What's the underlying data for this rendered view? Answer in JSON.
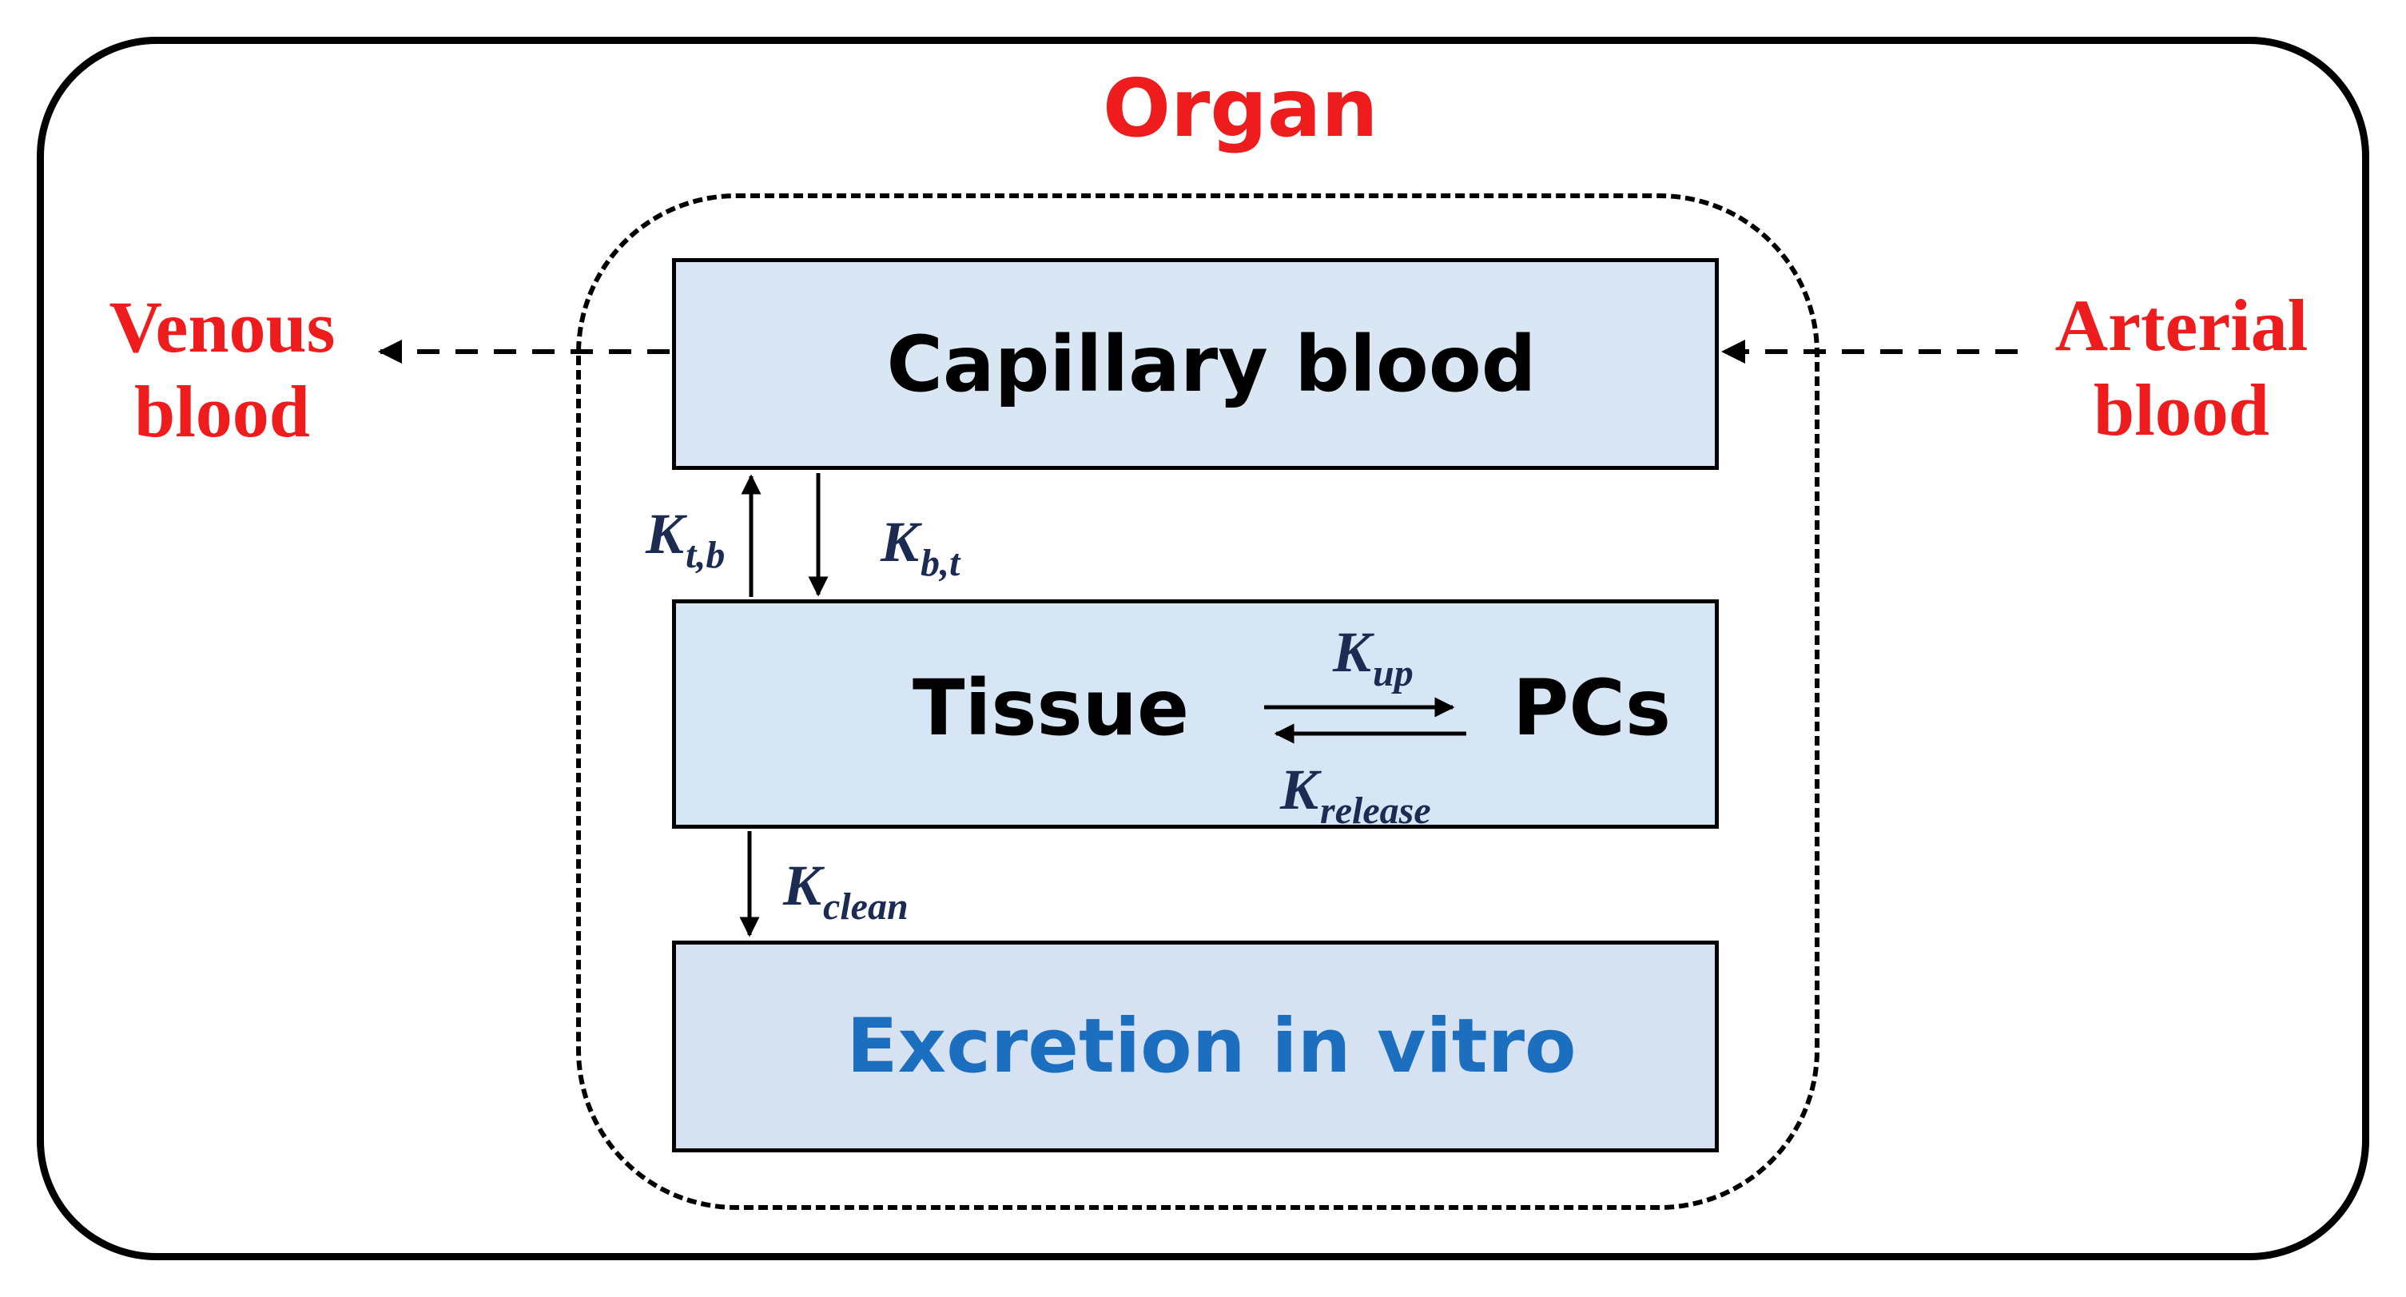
{
  "organ_label": "Organ",
  "venous_blood": {
    "line1": "Venous",
    "line2": "blood"
  },
  "arterial_blood": {
    "line1": "Arterial",
    "line2": "blood"
  },
  "compartments": {
    "capillary_blood": "Capillary blood",
    "tissue": "Tissue",
    "pcs": "PCs",
    "excretion": "Excretion in vitro"
  },
  "rate_constants": {
    "k_t_b": {
      "symbol": "K",
      "subscript": "t,b"
    },
    "k_b_t": {
      "symbol": "K",
      "subscript": "b,t"
    },
    "k_up": {
      "symbol": "K",
      "subscript": "up"
    },
    "k_release": {
      "symbol": "K",
      "subscript": "release"
    },
    "k_clean": {
      "symbol": "K",
      "subscript": "clean"
    }
  },
  "colors": {
    "organ_text": "#ee1c1c",
    "blood_text": "#ee1c1c",
    "excretion_text": "#1c6fbf",
    "rate_text": "#1b2b52",
    "box_fill": "#d9e7f5"
  }
}
